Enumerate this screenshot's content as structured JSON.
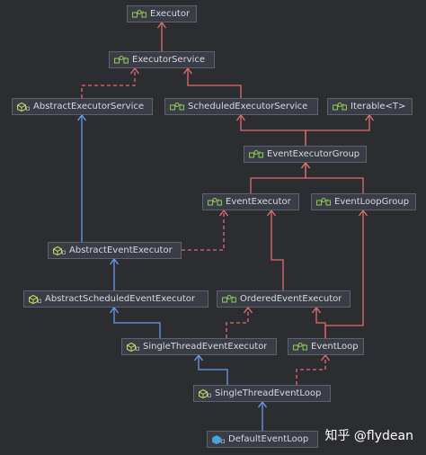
{
  "colors": {
    "background": "#2b2d31",
    "node_fill": "#3a3d45",
    "node_border": "#5d6271",
    "node_text": "#d7dae0",
    "interface_icon": "#8fc15a",
    "class_icon": "#c8d660",
    "final_class_icon": "#4aa3df",
    "interface_extends_arrow": "#e06c6c",
    "class_extends_arrow": "#6a9be8"
  },
  "nodes": [
    {
      "id": "executor",
      "label": "Executor",
      "kind": "interface",
      "icon": "interface-icon"
    },
    {
      "id": "executor_service",
      "label": "ExecutorService",
      "kind": "interface",
      "icon": "interface-icon"
    },
    {
      "id": "abstract_executor_service",
      "label": "AbstractExecutorService",
      "kind": "abstract-class",
      "icon": "abstract-class-icon"
    },
    {
      "id": "scheduled_executor_service",
      "label": "ScheduledExecutorService",
      "kind": "interface",
      "icon": "interface-icon"
    },
    {
      "id": "iterable",
      "label": "Iterable<T>",
      "kind": "interface",
      "icon": "interface-icon"
    },
    {
      "id": "event_executor_group",
      "label": "EventExecutorGroup",
      "kind": "interface",
      "icon": "interface-icon"
    },
    {
      "id": "event_executor",
      "label": "EventExecutor",
      "kind": "interface",
      "icon": "interface-icon"
    },
    {
      "id": "event_loop_group",
      "label": "EventLoopGroup",
      "kind": "interface",
      "icon": "interface-icon"
    },
    {
      "id": "abstract_event_executor",
      "label": "AbstractEventExecutor",
      "kind": "abstract-class",
      "icon": "abstract-class-icon"
    },
    {
      "id": "abstract_scheduled_event_executor",
      "label": "AbstractScheduledEventExecutor",
      "kind": "abstract-class",
      "icon": "abstract-class-icon"
    },
    {
      "id": "ordered_event_executor",
      "label": "OrderedEventExecutor",
      "kind": "interface",
      "icon": "interface-icon"
    },
    {
      "id": "single_thread_event_executor",
      "label": "SingleThreadEventExecutor",
      "kind": "abstract-class",
      "icon": "abstract-class-icon"
    },
    {
      "id": "event_loop",
      "label": "EventLoop",
      "kind": "interface",
      "icon": "interface-icon"
    },
    {
      "id": "single_thread_event_loop",
      "label": "SingleThreadEventLoop",
      "kind": "abstract-class",
      "icon": "abstract-class-icon"
    },
    {
      "id": "default_event_loop",
      "label": "DefaultEventLoop",
      "kind": "class",
      "icon": "class-icon"
    }
  ],
  "edges": [
    {
      "from": "executor_service",
      "to": "executor",
      "type": "extends-interface"
    },
    {
      "from": "abstract_executor_service",
      "to": "executor_service",
      "type": "implements"
    },
    {
      "from": "scheduled_executor_service",
      "to": "executor_service",
      "type": "extends-interface"
    },
    {
      "from": "event_executor_group",
      "to": "scheduled_executor_service",
      "type": "extends-interface"
    },
    {
      "from": "event_executor_group",
      "to": "iterable",
      "type": "extends-interface"
    },
    {
      "from": "event_executor",
      "to": "event_executor_group",
      "type": "extends-interface"
    },
    {
      "from": "event_loop_group",
      "to": "event_executor_group",
      "type": "extends-interface"
    },
    {
      "from": "abstract_event_executor",
      "to": "abstract_executor_service",
      "type": "extends-class"
    },
    {
      "from": "abstract_event_executor",
      "to": "event_executor",
      "type": "implements"
    },
    {
      "from": "abstract_scheduled_event_executor",
      "to": "abstract_event_executor",
      "type": "extends-class"
    },
    {
      "from": "ordered_event_executor",
      "to": "event_executor",
      "type": "extends-interface"
    },
    {
      "from": "single_thread_event_executor",
      "to": "abstract_scheduled_event_executor",
      "type": "extends-class"
    },
    {
      "from": "single_thread_event_executor",
      "to": "ordered_event_executor",
      "type": "implements"
    },
    {
      "from": "event_loop",
      "to": "ordered_event_executor",
      "type": "extends-interface"
    },
    {
      "from": "event_loop",
      "to": "event_loop_group",
      "type": "extends-interface"
    },
    {
      "from": "single_thread_event_loop",
      "to": "single_thread_event_executor",
      "type": "extends-class"
    },
    {
      "from": "single_thread_event_loop",
      "to": "event_loop",
      "type": "implements"
    },
    {
      "from": "default_event_loop",
      "to": "single_thread_event_loop",
      "type": "extends-class"
    }
  ],
  "watermark": "知乎 @flydean"
}
